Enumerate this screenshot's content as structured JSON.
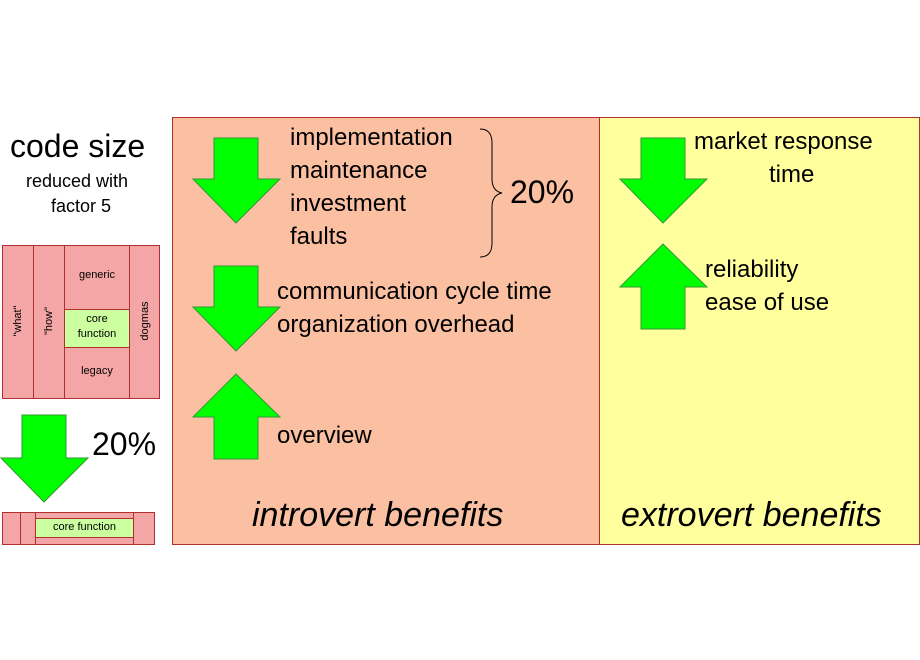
{
  "code_size": {
    "title": "code size",
    "subtitle_line1": "reduced with",
    "subtitle_line2": "factor 5",
    "block": {
      "what": "\"what\"",
      "how": "\"how\"",
      "generic": "generic",
      "core_line1": "core",
      "core_line2": "function",
      "legacy": "legacy",
      "dogmas": "dogmas"
    },
    "reduction": "20%",
    "reduced_block": {
      "core": "core function"
    }
  },
  "introvert": {
    "items_group1": [
      "implementation",
      "maintenance",
      "investment",
      "faults"
    ],
    "group1_percent": "20%",
    "items_group2": [
      "communication cycle time",
      "organization overhead"
    ],
    "items_group3": [
      "overview"
    ],
    "label": "introvert benefits"
  },
  "extrovert": {
    "market_line1": "market response",
    "market_line2": "time",
    "items_up": [
      "reliability",
      "ease of use"
    ],
    "label": "extrovert benefits"
  },
  "colors": {
    "introvert_bg": "#fbc0a2",
    "extrovert_bg": "#ffff9e",
    "block_pink": "#f4a6a6",
    "core_green": "#ccffa0",
    "arrow_green": "#00ff00",
    "arrow_stroke": "#339933"
  }
}
